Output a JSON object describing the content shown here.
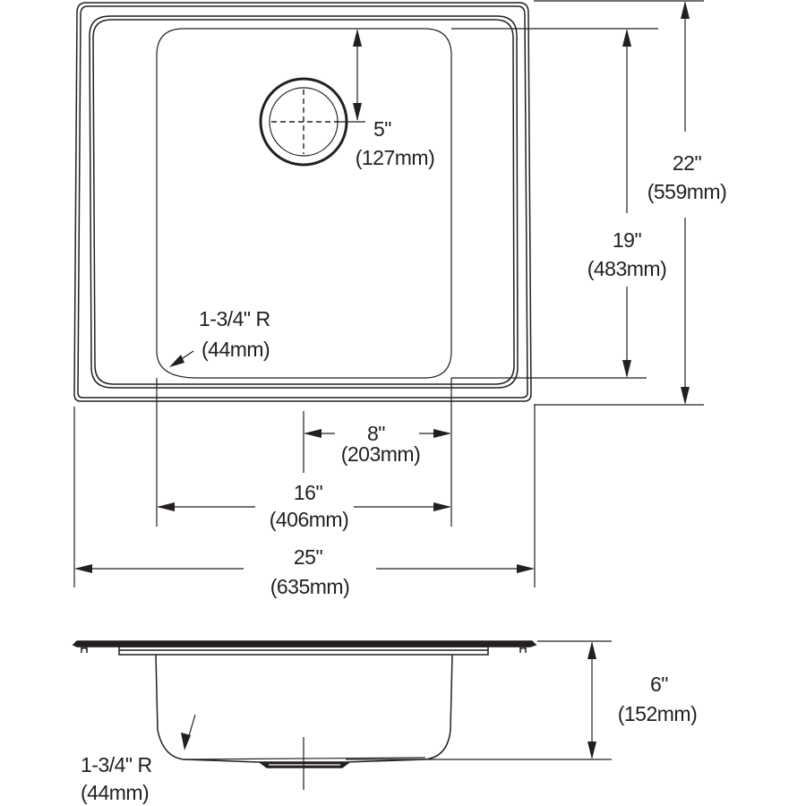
{
  "diagram": {
    "type": "technical-dimension-drawing",
    "subject": "single bowl drop-in sink",
    "line_color": "#231f20",
    "background": "#ffffff"
  },
  "top_view": {
    "drain_offset": {
      "imperial": "5\"",
      "metric": "(127mm)"
    },
    "corner_radius": {
      "imperial": "1-3/4\" R",
      "metric": "(44mm)"
    },
    "bowl_length": {
      "imperial": "19\"",
      "metric": "(483mm)"
    },
    "overall_length": {
      "imperial": "22\"",
      "metric": "(559mm)"
    },
    "drain_center_to_bowl_edge": {
      "imperial": "8\"",
      "metric": "(203mm)"
    },
    "bowl_width": {
      "imperial": "16\"",
      "metric": "(406mm)"
    },
    "overall_width": {
      "imperial": "25\"",
      "metric": "(635mm)"
    }
  },
  "side_view": {
    "bowl_depth": {
      "imperial": "6\"",
      "metric": "(152mm)"
    },
    "corner_radius": {
      "imperial": "1-3/4\" R",
      "metric": "(44mm)"
    }
  }
}
